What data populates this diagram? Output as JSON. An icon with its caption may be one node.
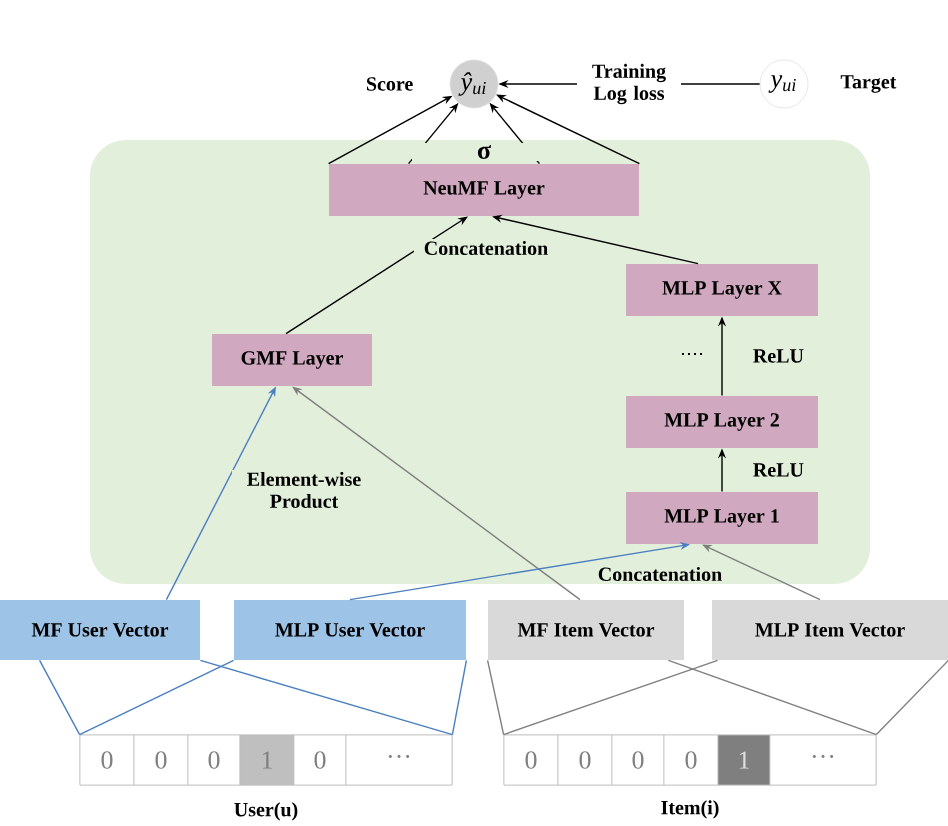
{
  "diagram": {
    "nodes": [
      {
        "text": [
          "ŷ$_{ui}$"
        ],
        "beside": [
          "Score"
        ]
      },
      {
        "text": [
          "y$_{ui}$"
        ],
        "beside": [
          "Target"
        ]
      },
      {
        "text": [],
        "shape": "box"
      },
      {
        "text": [
          "NeuMF Layer"
        ],
        "in": 2
      },
      {
        "text": [
          "GMF Layer"
        ],
        "in": 2
      },
      {
        "text": [
          "MLP Layer X"
        ],
        "in": 2
      },
      {
        "text": [
          "MLP Layer 2"
        ],
        "in": 2
      },
      {
        "text": [
          "MLP Layer 1"
        ],
        "in": 2
      },
      {
        "text": [
          "MF User Vector"
        ]
      },
      {
        "text": [
          "MLP User Vector"
        ]
      },
      {
        "text": [
          "MF Item Vector"
        ]
      },
      {
        "text": [
          "MLP Item Vector"
        ]
      },
      {
        "text": [
          "0",
          "0",
          "0",
          "1",
          "0",
          "···"
        ],
        "beside": [
          "User(u)"
        ]
      },
      {
        "text": [
          "0",
          "0",
          "0",
          "0",
          "1",
          "···"
        ],
        "beside": [
          "Item(i)"
        ]
      }
    ],
    "edges": [
      {
        "from": 1,
        "to": 0,
        "arrow": "to",
        "label": "Training Log loss"
      },
      {
        "from": 3,
        "to": 0,
        "arrow": "to"
      },
      {
        "from": 3,
        "to": 0,
        "arrow": "to"
      },
      {
        "from": 3,
        "to": 0,
        "arrow": "to"
      },
      {
        "from": 3,
        "to": 0,
        "arrow": "to"
      },
      {
        "from": 4,
        "to": 3,
        "arrow": "to"
      },
      {
        "from": 5,
        "to": 3,
        "arrow": "to"
      },
      {
        "from": 6,
        "to": 5,
        "arrow": "to",
        "label": "ReLU"
      },
      {
        "from": 7,
        "to": 6,
        "arrow": "to",
        "label": "ReLU"
      },
      {
        "from": 8,
        "to": 4,
        "arrow": "to",
        "color": "#4a7fc1"
      },
      {
        "from": 10,
        "to": 4,
        "arrow": "to",
        "color": "#7f7f7f"
      },
      {
        "from": 9,
        "to": 7,
        "arrow": "to",
        "color": "#4a7fc1"
      },
      {
        "from": 11,
        "to": 7,
        "arrow": "to",
        "color": "#7f7f7f"
      },
      {
        "from": 12,
        "to": 8,
        "arrow": "none",
        "color": "#4a7fc1"
      },
      {
        "from": 12,
        "to": 8,
        "arrow": "none",
        "color": "#4a7fc1"
      },
      {
        "from": 12,
        "to": 9,
        "arrow": "none",
        "color": "#4a7fc1"
      },
      {
        "from": 12,
        "to": 9,
        "arrow": "none",
        "color": "#4a7fc1"
      },
      {
        "from": 13,
        "to": 10,
        "arrow": "none",
        "color": "#7f7f7f"
      },
      {
        "from": 13,
        "to": 10,
        "arrow": "none",
        "color": "#7f7f7f"
      },
      {
        "from": 13,
        "to": 11,
        "arrow": "none",
        "color": "#7f7f7f"
      },
      {
        "from": 13,
        "to": 11,
        "arrow": "none",
        "color": "#7f7f7f"
      }
    ],
    "labels": [
      "σ",
      "Concatenation",
      "Element-wise Product",
      "Concatenation"
    ]
  }
}
